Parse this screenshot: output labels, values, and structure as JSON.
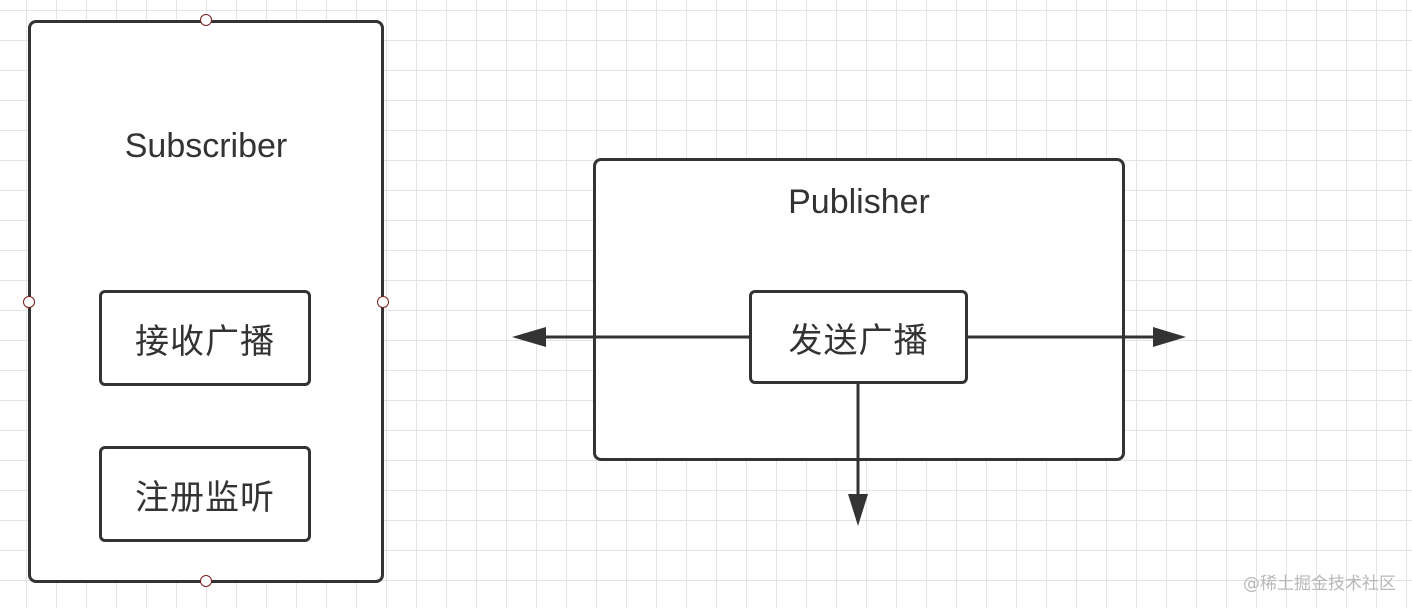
{
  "subscriber": {
    "title": "Subscriber",
    "receive_label": "接收广播",
    "register_label": "注册监听"
  },
  "publisher": {
    "title": "Publisher",
    "send_label": "发送广播"
  },
  "watermark": "@稀土掘金技术社区",
  "colors": {
    "stroke": "#333333",
    "grid": "#e4e4e4",
    "handle": "#7a1e1e",
    "watermark": "#b8b8b8"
  }
}
